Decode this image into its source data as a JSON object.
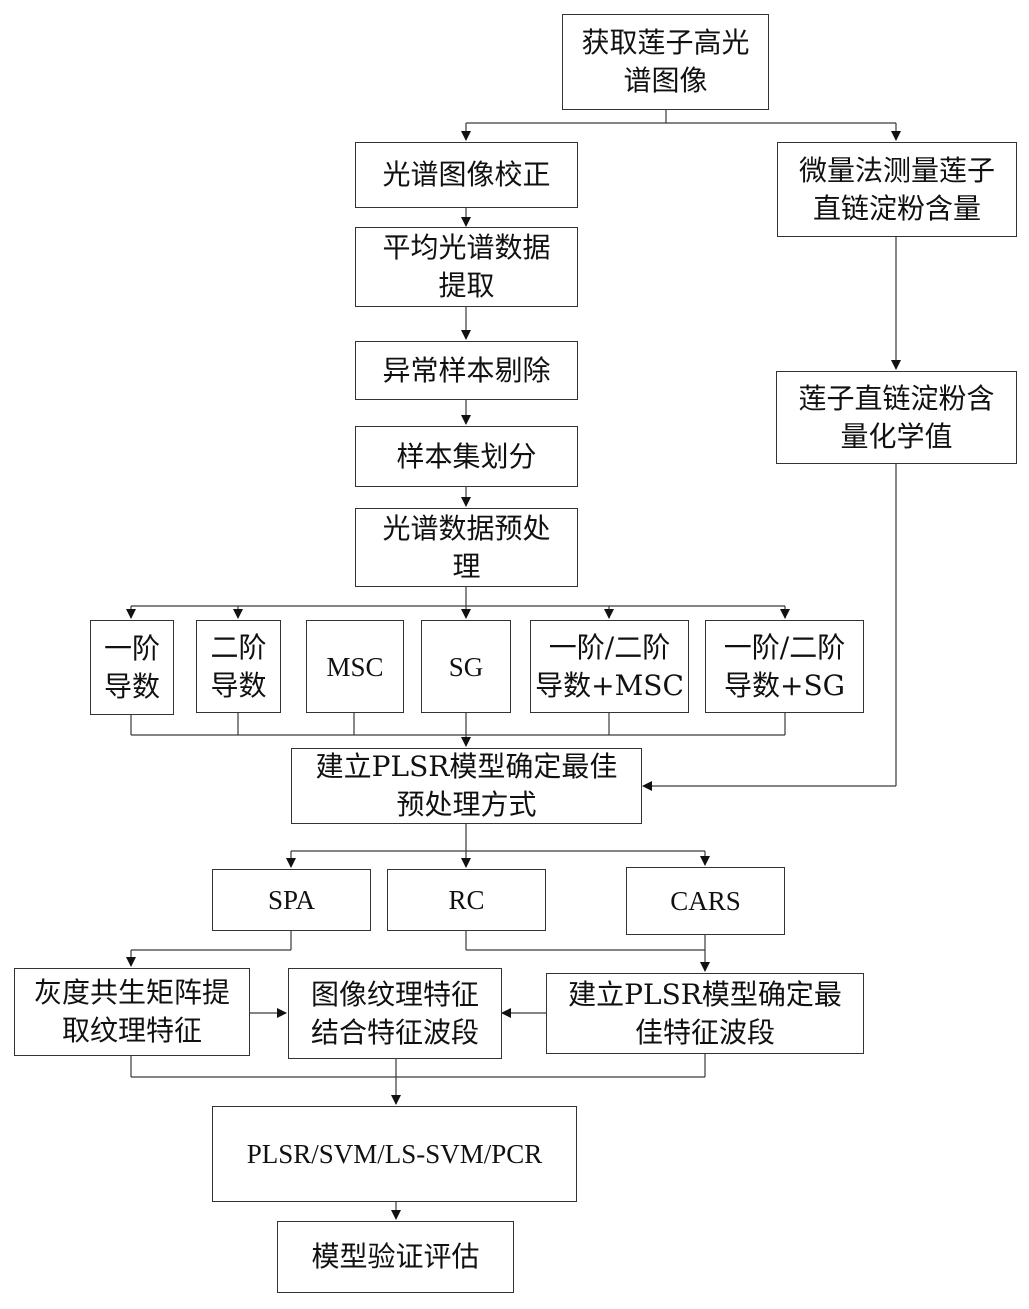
{
  "nodes": {
    "acquire_image": "获取莲子高光\n谱图像",
    "image_correction": "光谱图像校正",
    "avg_spectrum": "平均光谱数据\n提取",
    "outlier_removal": "异常样本剔除",
    "sample_split": "样本集划分",
    "spectral_preprocess": "光谱数据预处\n理",
    "first_derivative": "一阶\n导数",
    "second_derivative": "二阶\n导数",
    "msc": "MSC",
    "sg": "SG",
    "deriv_msc": "一阶/二阶\n导数+MSC",
    "deriv_sg": "一阶/二阶\n导数+SG",
    "plsr_best_preprocess": "建立PLSR模型确定最佳\n预处理方式",
    "spa": "SPA",
    "rc": "RC",
    "cars": "CARS",
    "glcm_texture": "灰度共生矩阵提\n取纹理特征",
    "texture_feature_fusion": "图像纹理特征\n结合特征波段",
    "plsr_best_band": "建立PLSR模型确定最\n佳特征波段",
    "models": "PLSR/SVM/LS-SVM/PCR",
    "model_validation": "模型验证评估",
    "micro_method": "微量法测量莲子\n直链淀粉含量",
    "amylose_value": "莲子直链淀粉含\n量化学值"
  }
}
